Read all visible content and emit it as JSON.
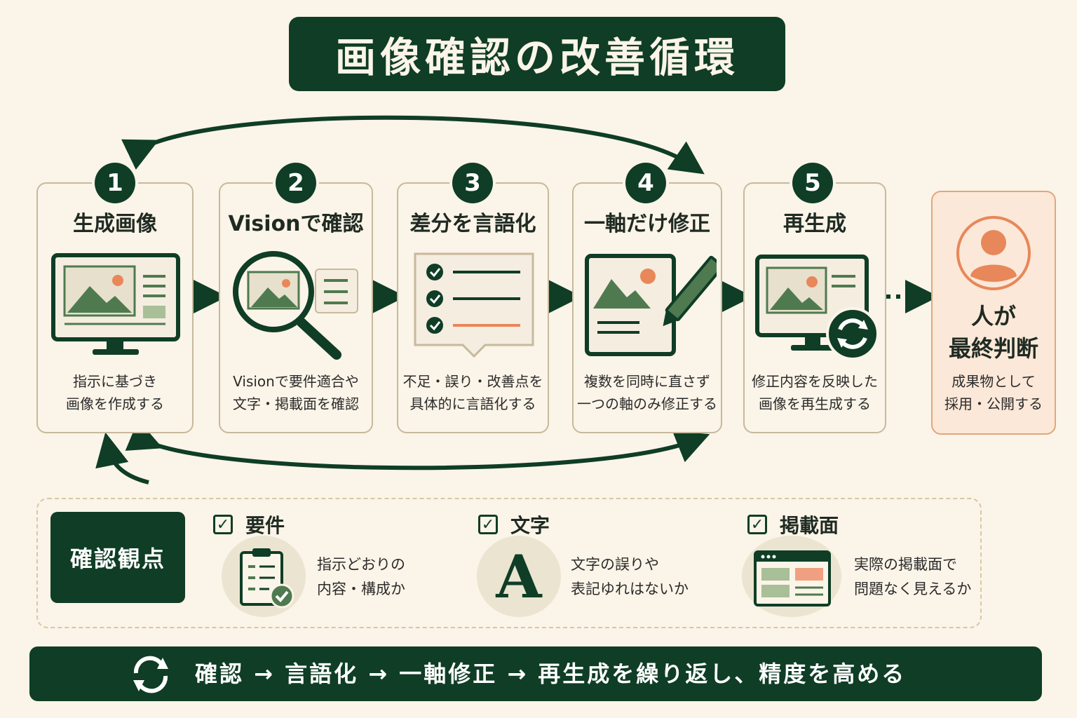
{
  "title": "画像確認の改善循環",
  "colors": {
    "dark_green": "#0f3d26",
    "mid_green": "#4f7a4f",
    "accent_orange": "#e8875a",
    "background": "#fbf4e8"
  },
  "steps": [
    {
      "number": "1",
      "title": "生成画像",
      "desc_line1": "指示に基づき",
      "desc_line2": "画像を作成する",
      "icon": "monitor-image-icon"
    },
    {
      "number": "2",
      "title": "Visionで確認",
      "desc_line1": "Visionで要件適合や",
      "desc_line2": "文字・掲載面を確認",
      "icon": "magnifier-icon"
    },
    {
      "number": "3",
      "title": "差分を言語化",
      "desc_line1": "不足・誤り・改善点を",
      "desc_line2": "具体的に言語化する",
      "icon": "checklist-bubble-icon"
    },
    {
      "number": "4",
      "title": "一軸だけ修正",
      "desc_line1": "複数を同時に直さず",
      "desc_line2": "一つの軸のみ修正する",
      "icon": "edit-pencil-icon"
    },
    {
      "number": "5",
      "title": "再生成",
      "desc_line1": "修正内容を反映した",
      "desc_line2": "画像を再生成する",
      "icon": "monitor-refresh-icon"
    }
  ],
  "final": {
    "title_line1": "人が",
    "title_line2": "最終判断",
    "desc_line1": "成果物として",
    "desc_line2": "採用・公開する",
    "icon": "person-icon"
  },
  "viewpoints": {
    "label": "確認観点",
    "items": [
      {
        "title": "要件",
        "desc_line1": "指示どおりの",
        "desc_line2": "内容・構成か",
        "icon": "clipboard-check-icon"
      },
      {
        "title": "文字",
        "desc_line1": "文字の誤りや",
        "desc_line2": "表記ゆれはないか",
        "icon": "letter-a-icon",
        "glyph": "A"
      },
      {
        "title": "掲載面",
        "desc_line1": "実際の掲載面で",
        "desc_line2": "問題なく見えるか",
        "icon": "layout-window-icon"
      }
    ]
  },
  "footer": {
    "text": "確認 → 言語化 → 一軸修正 → 再生成を繰り返し、精度を高める",
    "icon": "refresh-icon"
  }
}
